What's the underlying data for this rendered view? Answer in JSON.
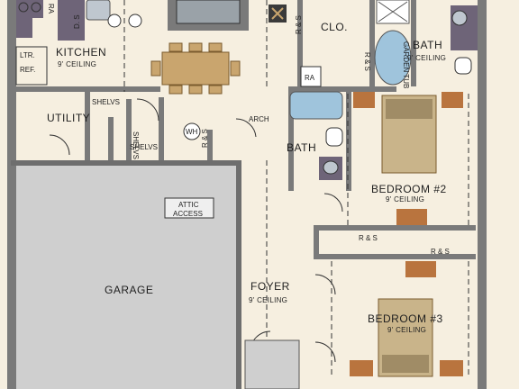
{
  "rooms": {
    "kitchen": {
      "name": "KITCHEN",
      "ceiling": "9' CEILING"
    },
    "utility": {
      "name": "UTILITY"
    },
    "garage": {
      "name": "GARAGE"
    },
    "foyer": {
      "name": "FOYER",
      "ceiling": "9' CEILING"
    },
    "bath_master": {
      "name": "BATH",
      "ceiling": "9' CEILING"
    },
    "bath_hall": {
      "name": "BATH"
    },
    "bedroom2": {
      "name": "BEDROOM #2",
      "ceiling": "9' CEILING"
    },
    "bedroom3": {
      "name": "BEDROOM #3",
      "ceiling": "9' CEILING"
    }
  },
  "labels": {
    "ltr": "LTR.",
    "ref": "REF.",
    "ds": "D. S",
    "ra_top": "RA",
    "shelves_a": "SHELVS",
    "shelves_b": "SHELVS",
    "shelves_c": "SHELVS",
    "wh": "WH",
    "arch": "ARCH",
    "rs_vert_a": "R & S",
    "rs_vert_b": "R & S",
    "rs_vert_c": "R & S",
    "rs_a": "R & S",
    "rs_b": "R & S",
    "clo": "CLO.",
    "ra": "RA",
    "garden_tub": "GARDEN TUB",
    "attic_line1": "ATTIC",
    "attic_line2": "ACCESS"
  },
  "colors": {
    "floor": "#f6efe0",
    "garage": "#cfcfcf",
    "wall": "#6e6e6e",
    "counter": "#6e6478",
    "tub": "#9fc4dc",
    "wood": "#c9a56e",
    "bed": "#c9b48a"
  }
}
